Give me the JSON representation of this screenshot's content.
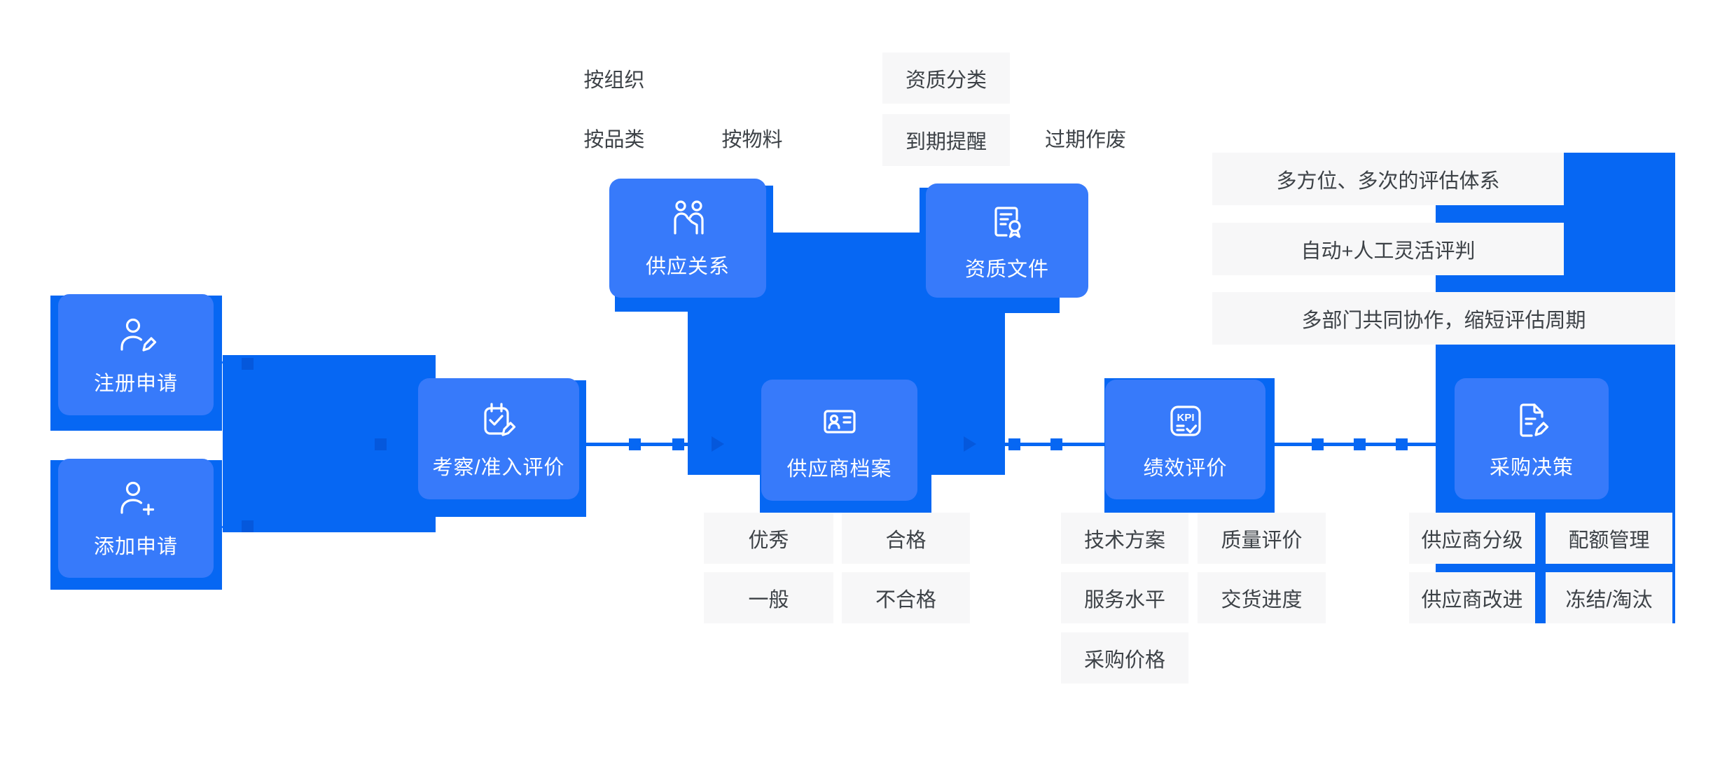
{
  "nodes": {
    "register": {
      "label": "注册申请"
    },
    "add_request": {
      "label": "添加申请"
    },
    "review": {
      "label": "考察/准入评价"
    },
    "supply_relation": {
      "label": "供应关系"
    },
    "qualification": {
      "label": "资质文件"
    },
    "supplier_archive": {
      "label": "供应商档案"
    },
    "performance": {
      "label": "绩效评价",
      "icon_text": "KPI"
    },
    "decision": {
      "label": "采购决策"
    }
  },
  "top_labels": {
    "by_organization": "按组织",
    "by_category": "按品类",
    "by_material": "按物料",
    "qualification_classify": "资质分类",
    "expiry_reminder": "到期提醒",
    "expired_void": "过期作废"
  },
  "evaluation_features": [
    "多方位、多次的评估体系",
    "自动+人工灵活评判",
    "多部门共同协作，缩短评估周期"
  ],
  "archive_grades": [
    "优秀",
    "合格",
    "一般",
    "不合格"
  ],
  "performance_dimensions": [
    "技术方案",
    "质量评价",
    "服务水平",
    "交货进度",
    "采购价格"
  ],
  "decision_actions": [
    "供应商分级",
    "配额管理",
    "供应商改进",
    "冻结/淘汰"
  ],
  "colors": {
    "node_light": "#377AFA",
    "node_dark": "#0667F3",
    "accent_dark": "#0558DC",
    "tag_background": "#F7F7F8",
    "tag_text": "#3D4247"
  }
}
